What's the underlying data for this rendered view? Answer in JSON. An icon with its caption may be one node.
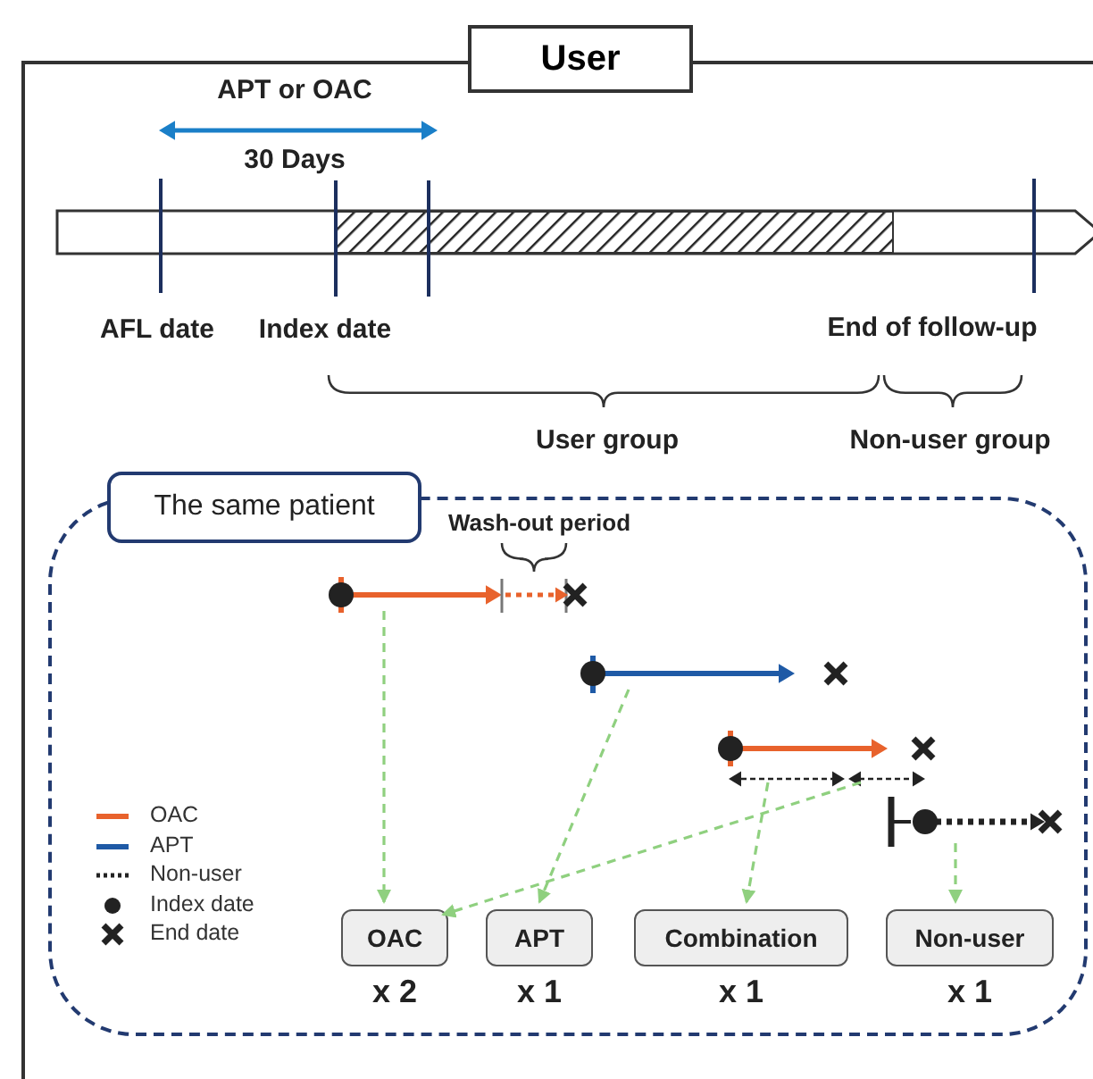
{
  "diagram": {
    "nodes": [
      {
        "text": [
          "User"
        ]
      },
      {
        "text": [
          "The same patient"
        ],
        "in": 0
      },
      {
        "text": [],
        "shape": "line",
        "in": 1
      },
      {
        "text": [],
        "shape": "line",
        "in": 1
      },
      {
        "text": [],
        "shape": "line",
        "in": 1
      },
      {
        "text": [],
        "shape": "line",
        "in": 1
      },
      {
        "text": [
          "OAC"
        ],
        "beside": [
          "x 2"
        ],
        "in": 1
      },
      {
        "text": [
          "APT"
        ],
        "beside": [
          "x 1"
        ],
        "in": 1
      },
      {
        "text": [
          "Combination"
        ],
        "beside": [
          "x 1"
        ],
        "in": 1
      },
      {
        "text": [
          "Non-user"
        ],
        "beside": [
          "x 1"
        ],
        "in": 1
      }
    ],
    "edges": [
      {
        "from": 2,
        "to": 6,
        "arrow": "to",
        "style": "dashed"
      },
      {
        "from": 3,
        "to": 7,
        "arrow": "to",
        "style": "dashed"
      },
      {
        "from": 4,
        "to": 8,
        "arrow": "to",
        "style": "dashed"
      },
      {
        "from": 4,
        "to": 6,
        "arrow": "to",
        "style": "dashed"
      },
      {
        "from": 5,
        "to": 9,
        "arrow": "to",
        "style": "dashed"
      }
    ],
    "labels": [
      "APT or OAC",
      "30 Days",
      "AFL date",
      "Index date",
      "End of follow-up",
      "User group",
      "Non-user group",
      "Wash-out period"
    ],
    "legend": [
      {
        "text": "OAC",
        "color": "#e8622c"
      },
      {
        "text": "APT",
        "color": "#1f5aa6"
      },
      {
        "text": "Non-user"
      },
      {
        "text": "Index date"
      },
      {
        "text": "End date"
      }
    ]
  }
}
